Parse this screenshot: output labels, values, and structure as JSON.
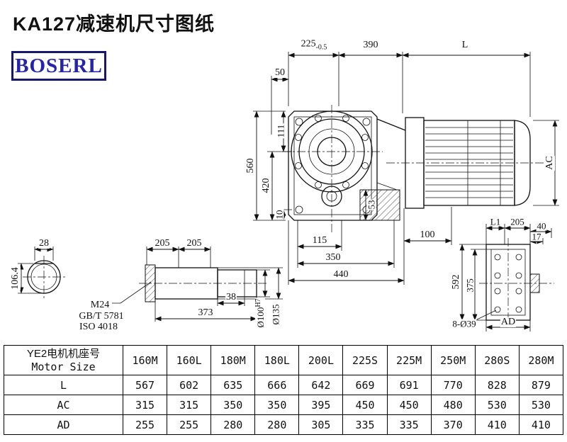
{
  "title": "KA127减速机尺寸图纸",
  "logo": "BOSERL",
  "dims": {
    "main": {
      "w225": "225",
      "w225_tol": "-0.5",
      "w390": "390",
      "L": "L",
      "w50": "50",
      "h560": "560",
      "h420": "420",
      "h111": "111",
      "h10": "10",
      "b115": "115",
      "b350": "350",
      "b440": "440",
      "b100": "100",
      "v53": "53",
      "AC": "AC"
    },
    "shaft_section": {
      "w28": "28",
      "h106": "106.4"
    },
    "shaft": {
      "s205a": "205",
      "s205b": "205",
      "thread": "M24",
      "std1": "GB/T 5781",
      "std2": "ISO 4018",
      "l38": "38",
      "l373": "373",
      "d100_base": "Ø100",
      "d100_sup": "H7",
      "d135": "Ø135"
    },
    "side": {
      "L1": "L1",
      "s205": "205",
      "w40": "40",
      "w17": "17",
      "h592": "592",
      "h375": "375",
      "holes": "8-Ø39",
      "AD": "AD"
    }
  },
  "table": {
    "col0_line1": "YE2电机机座号",
    "col0_line2": "Motor Size",
    "columns": [
      "160M",
      "160L",
      "180M",
      "180L",
      "200L",
      "225S",
      "225M",
      "250M",
      "280S",
      "280M"
    ],
    "rows": [
      {
        "label": "L",
        "values": [
          "567",
          "602",
          "635",
          "666",
          "642",
          "669",
          "691",
          "770",
          "828",
          "879"
        ]
      },
      {
        "label": "AC",
        "values": [
          "315",
          "315",
          "350",
          "350",
          "395",
          "450",
          "450",
          "480",
          "530",
          "530"
        ]
      },
      {
        "label": "AD",
        "values": [
          "255",
          "255",
          "280",
          "280",
          "305",
          "335",
          "335",
          "370",
          "410",
          "410"
        ]
      }
    ]
  }
}
